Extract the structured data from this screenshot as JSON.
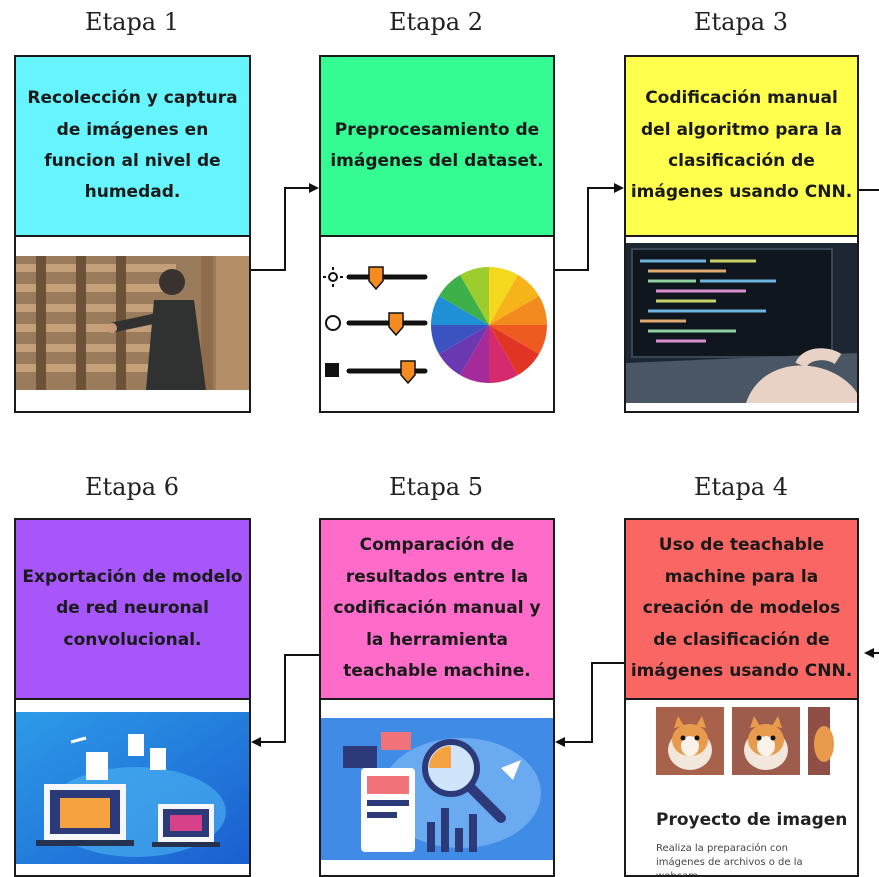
{
  "stages": [
    {
      "title": "Etapa 1",
      "text": "Recolección y captura de imágenes en funcion al nivel de humedad.",
      "color": "#66f5ff"
    },
    {
      "title": "Etapa 2",
      "text": "Preprocesamiento de imágenes del dataset.",
      "color": "#35fb93"
    },
    {
      "title": "Etapa 3",
      "text": "Codificación manual del algoritmo para la clasificación de imágenes usando CNN.",
      "color": "#ffff4d"
    },
    {
      "title": "Etapa 4",
      "text": "Uso de teachable machine para la creación de modelos de clasificación de imágenes usando CNN.",
      "color": "#fa6663"
    },
    {
      "title": "Etapa 5",
      "text": "Comparación de resultados entre la codificación manual y la herramienta teachable machine.",
      "color": "#ff6bc9"
    },
    {
      "title": "Etapa 6",
      "text": "Exportación de modelo de red neuronal convolucional.",
      "color": "#a756fb"
    }
  ],
  "teachable_card": {
    "title": "Proyecto de imagen",
    "description": "Realiza la preparación con imágenes de archivos o de la webcam."
  }
}
